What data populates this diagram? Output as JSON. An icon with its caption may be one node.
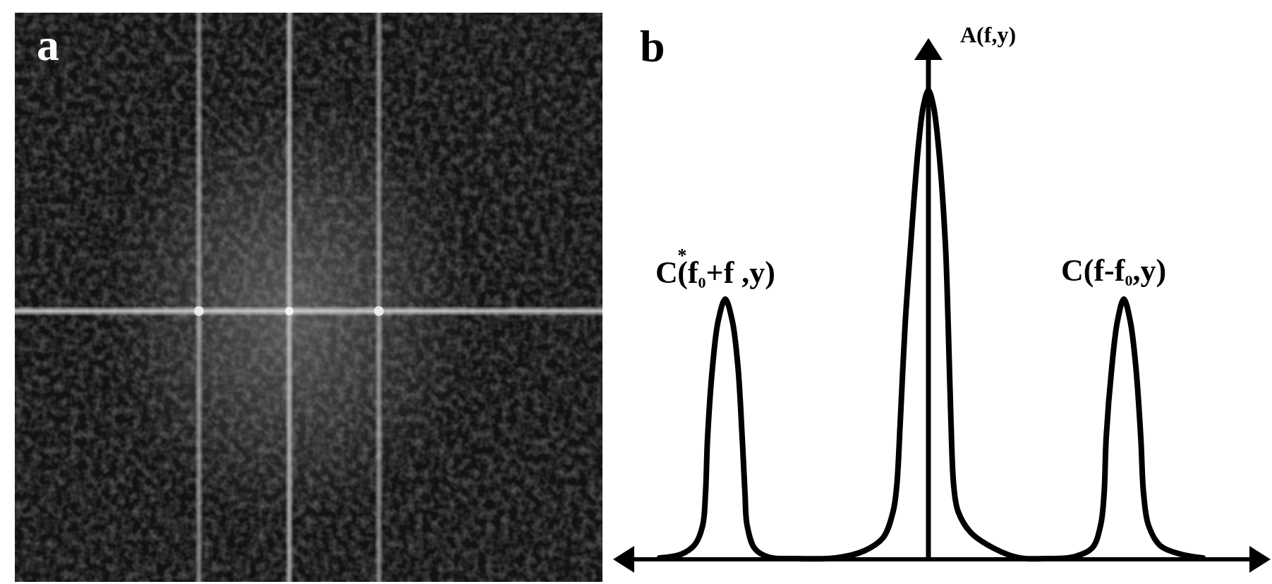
{
  "diagram": {
    "labels": [
      "a",
      "b",
      "A(f,y)",
      "C$^{*}$(f$_{0}$+f ,y)",
      "C(f-f$_{0}$,y)"
    ]
  }
}
